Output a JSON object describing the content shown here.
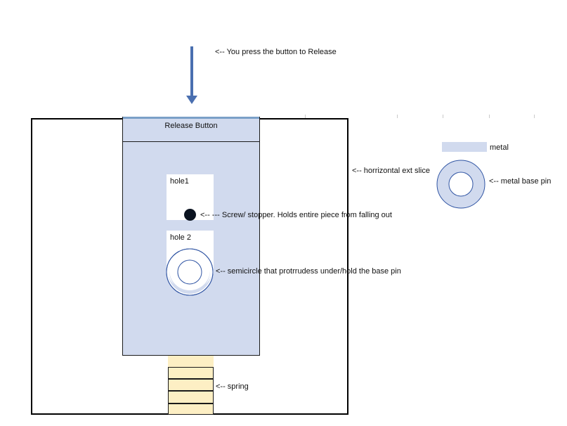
{
  "annotations": {
    "release_press": "<-- You press the button to Release",
    "horizontal_slice": "<-- horrizontal ext slice",
    "screw_stopper": "<-- --- Screw/ stopper. Holds entire piece from falling out",
    "semicircle": "<-- semicircle that protrrudess under/hold the base pin",
    "spring": "<-- spring",
    "metal_base_pin": "<-- metal base pin"
  },
  "button": {
    "title": "Release Button"
  },
  "holes": {
    "hole1": "hole1",
    "hole2": "hole 2"
  },
  "legend": {
    "metal": "metal"
  },
  "colors": {
    "metal": "#d1daee",
    "arrow": "#4a6fb0",
    "pin_stroke": "#2f54a3",
    "spring": "#fdefc4",
    "screw": "#0b1320"
  }
}
